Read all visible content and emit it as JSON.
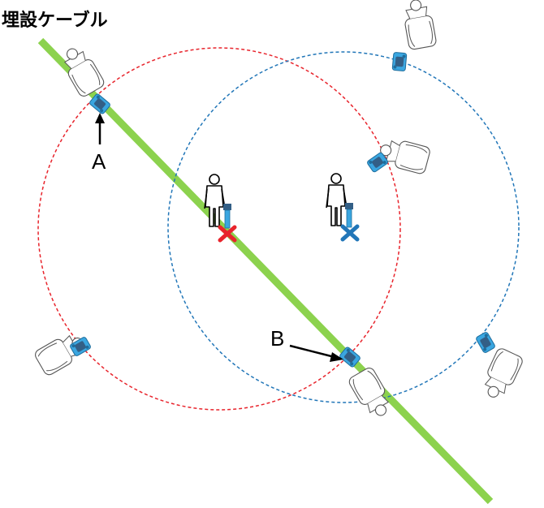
{
  "title": "埋設ケーブル",
  "labels": {
    "a": "A",
    "b": "B"
  },
  "colors": {
    "cable": "#8cd24e",
    "circle_red": "#e8242c",
    "circle_blue": "#2176b8",
    "device": "#3aa6e0",
    "device_dark": "#335f86",
    "marker_red": "#e8242c",
    "marker_blue": "#2176b8",
    "outline": "#555555"
  }
}
